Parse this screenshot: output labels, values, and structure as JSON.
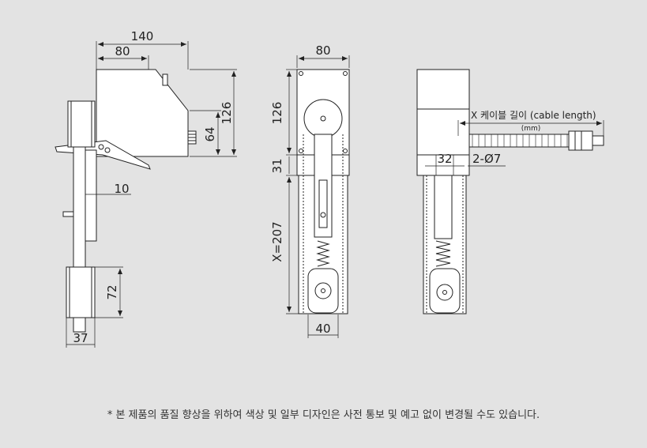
{
  "drawing": {
    "side_view": {
      "dim_total_width": "140",
      "dim_inner_width": "80",
      "dim_height": "126",
      "dim_sub_height": "64",
      "dim_offset": "10",
      "dim_wheel_height": "72",
      "dim_wheel_width": "37"
    },
    "front_view": {
      "dim_width": "80",
      "dim_top_height": "126",
      "dim_mid_height": "31",
      "dim_stroke": "X=207",
      "dim_bottom_width": "40"
    },
    "rear_view": {
      "cable_label": "X 케이블 길이 (cable length)",
      "cable_unit": "(mm)",
      "dim_hole_spacing": "32",
      "dim_holes": "2-Ø7"
    }
  },
  "colors": {
    "background": "#e3e3e3",
    "line": "#222222",
    "body_fill": "#ffffff"
  },
  "footnote": "* 본 제품의 품질 향상을 위하여 색상 및 일부 디자인은 사전 통보 및 예고 없이 변경될 수도 있습니다."
}
